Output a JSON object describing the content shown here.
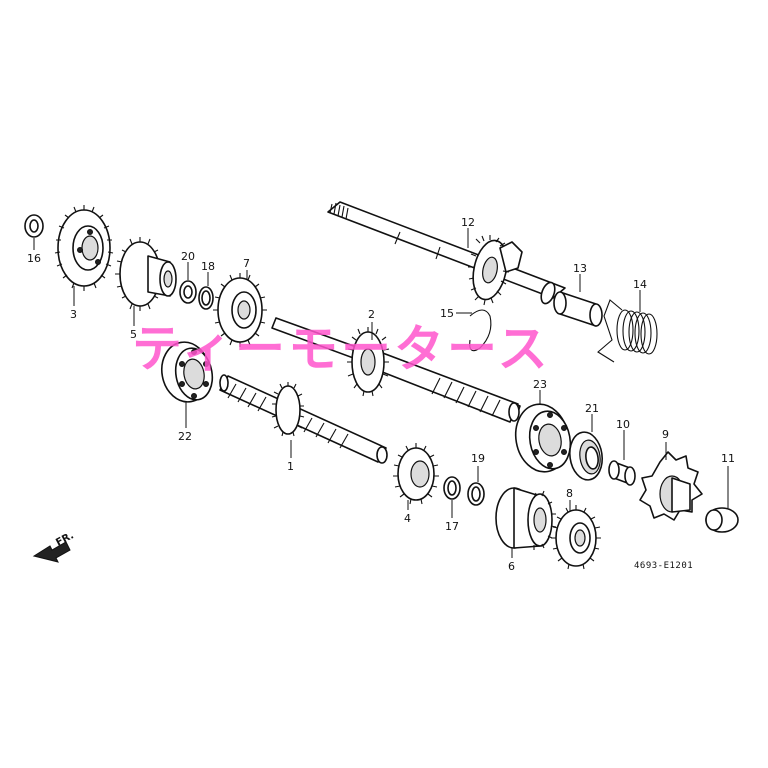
{
  "diagram": {
    "drawing_code": "4693-E1201",
    "direction_label": "FR.",
    "watermark": "ティーモータース",
    "callouts": [
      {
        "id": "part-1",
        "num": "1"
      },
      {
        "id": "part-2",
        "num": "2"
      },
      {
        "id": "part-3",
        "num": "3"
      },
      {
        "id": "part-4",
        "num": "4"
      },
      {
        "id": "part-5",
        "num": "5"
      },
      {
        "id": "part-6",
        "num": "6"
      },
      {
        "id": "part-7",
        "num": "7"
      },
      {
        "id": "part-8",
        "num": "8"
      },
      {
        "id": "part-9",
        "num": "9"
      },
      {
        "id": "part-10",
        "num": "10"
      },
      {
        "id": "part-11",
        "num": "11"
      },
      {
        "id": "part-12",
        "num": "12"
      },
      {
        "id": "part-13",
        "num": "13"
      },
      {
        "id": "part-14",
        "num": "14"
      },
      {
        "id": "part-15",
        "num": "15"
      },
      {
        "id": "part-16",
        "num": "16"
      },
      {
        "id": "part-17",
        "num": "17"
      },
      {
        "id": "part-18",
        "num": "18"
      },
      {
        "id": "part-19",
        "num": "19"
      },
      {
        "id": "part-20",
        "num": "20"
      },
      {
        "id": "part-21",
        "num": "21"
      },
      {
        "id": "part-22",
        "num": "22"
      },
      {
        "id": "part-23",
        "num": "23"
      }
    ]
  }
}
